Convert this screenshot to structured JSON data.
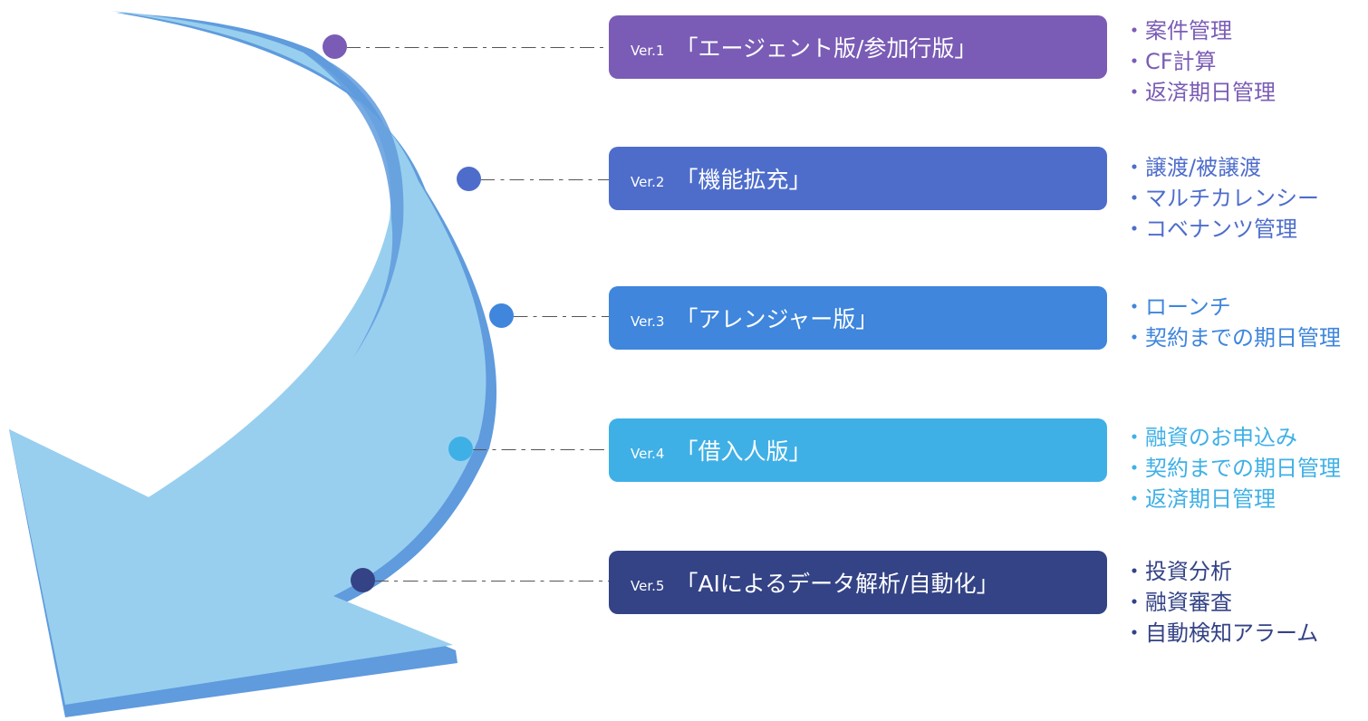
{
  "stages": [
    {
      "version": "Ver.1",
      "title": "「エージェント版/参加行版」",
      "color": "#7A5CB6",
      "feature_color": "#7A5CB6",
      "features": [
        "・案件管理",
        "・CF計算",
        "・返済期日管理"
      ]
    },
    {
      "version": "Ver.2",
      "title": "「機能拡充」",
      "color": "#4E6DCB",
      "feature_color": "#4E6DCB",
      "features": [
        "・譲渡/被譲渡",
        "・マルチカレンシー",
        "・コベナンツ管理"
      ]
    },
    {
      "version": "Ver.3",
      "title": "「アレンジャー版」",
      "color": "#3F86DC",
      "feature_color": "#3F86DC",
      "features": [
        "・ローンチ",
        "・契約までの期日管理"
      ]
    },
    {
      "version": "Ver.4",
      "title": "「借入人版」",
      "color": "#3FB0E6",
      "feature_color": "#3FB0E6",
      "features": [
        "・融資のお申込み",
        "・契約までの期日管理",
        "・返済期日管理"
      ]
    },
    {
      "version": "Ver.5",
      "title": "「AIによるデータ解析/自動化」",
      "color": "#344386",
      "feature_color": "#344386",
      "features": [
        "・投資分析",
        "・融資審査",
        "・自動検知アラーム"
      ]
    }
  ],
  "arrow": {
    "fill": "#98CFEF",
    "edge": "#5F9BDD"
  }
}
